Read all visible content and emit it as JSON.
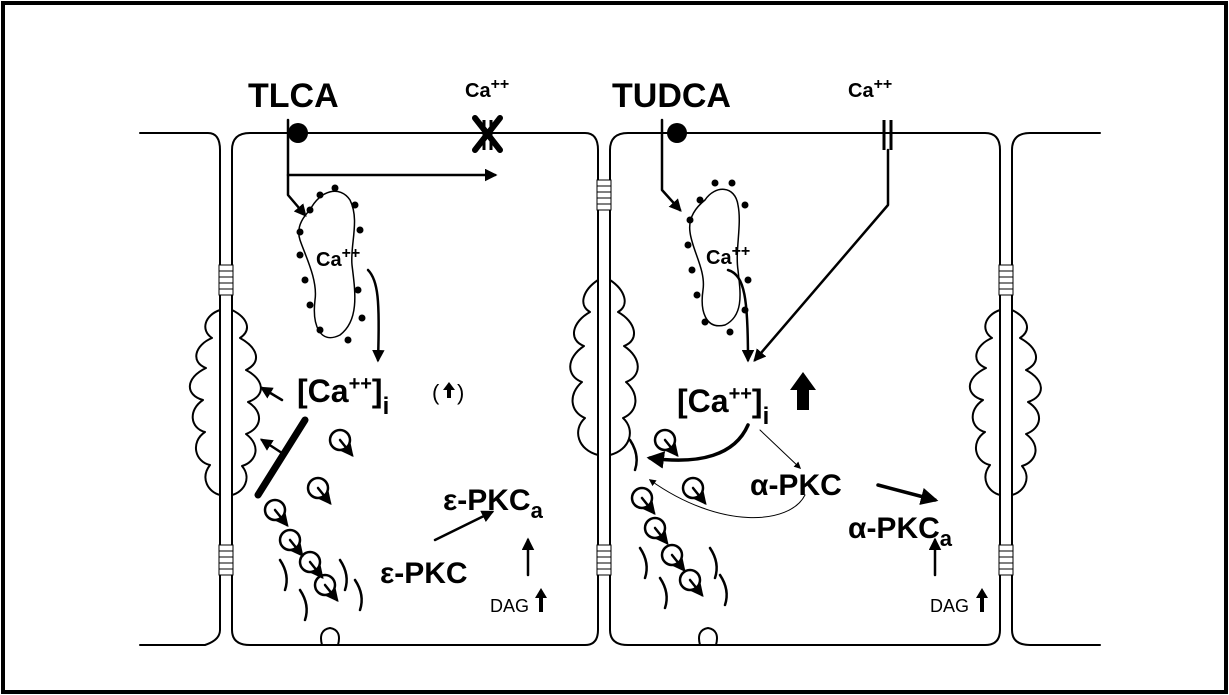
{
  "labels": {
    "tlca": "TLCA",
    "tudca": "TUDCA",
    "ca_left_top": "Ca",
    "ca_left_top_sup": "++",
    "ca_right_top": "Ca",
    "ca_right_top_sup": "++",
    "ca_left_er": "Ca",
    "ca_left_er_sup": "++",
    "ca_right_er": "Ca",
    "ca_right_er_sup": "++",
    "cai_left_main": "[Ca",
    "cai_left_sup": "++",
    "cai_left_close": "]",
    "cai_left_sub": "i",
    "cai_left_paren": "(",
    "cai_left_paren_close": ")",
    "cai_right_main": "[Ca",
    "cai_right_sup": "++",
    "cai_right_close": "]",
    "cai_right_sub": "i",
    "eps_pkc": "ε-PKC",
    "eps_pkca_main": "ε-PKC",
    "eps_pkca_sub": "a",
    "alpha_pkc": "α-PKC",
    "alpha_pkca_main": "α-PKC",
    "alpha_pkca_sub": "a",
    "dag_left": "DAG",
    "dag_right": "DAG"
  }
}
